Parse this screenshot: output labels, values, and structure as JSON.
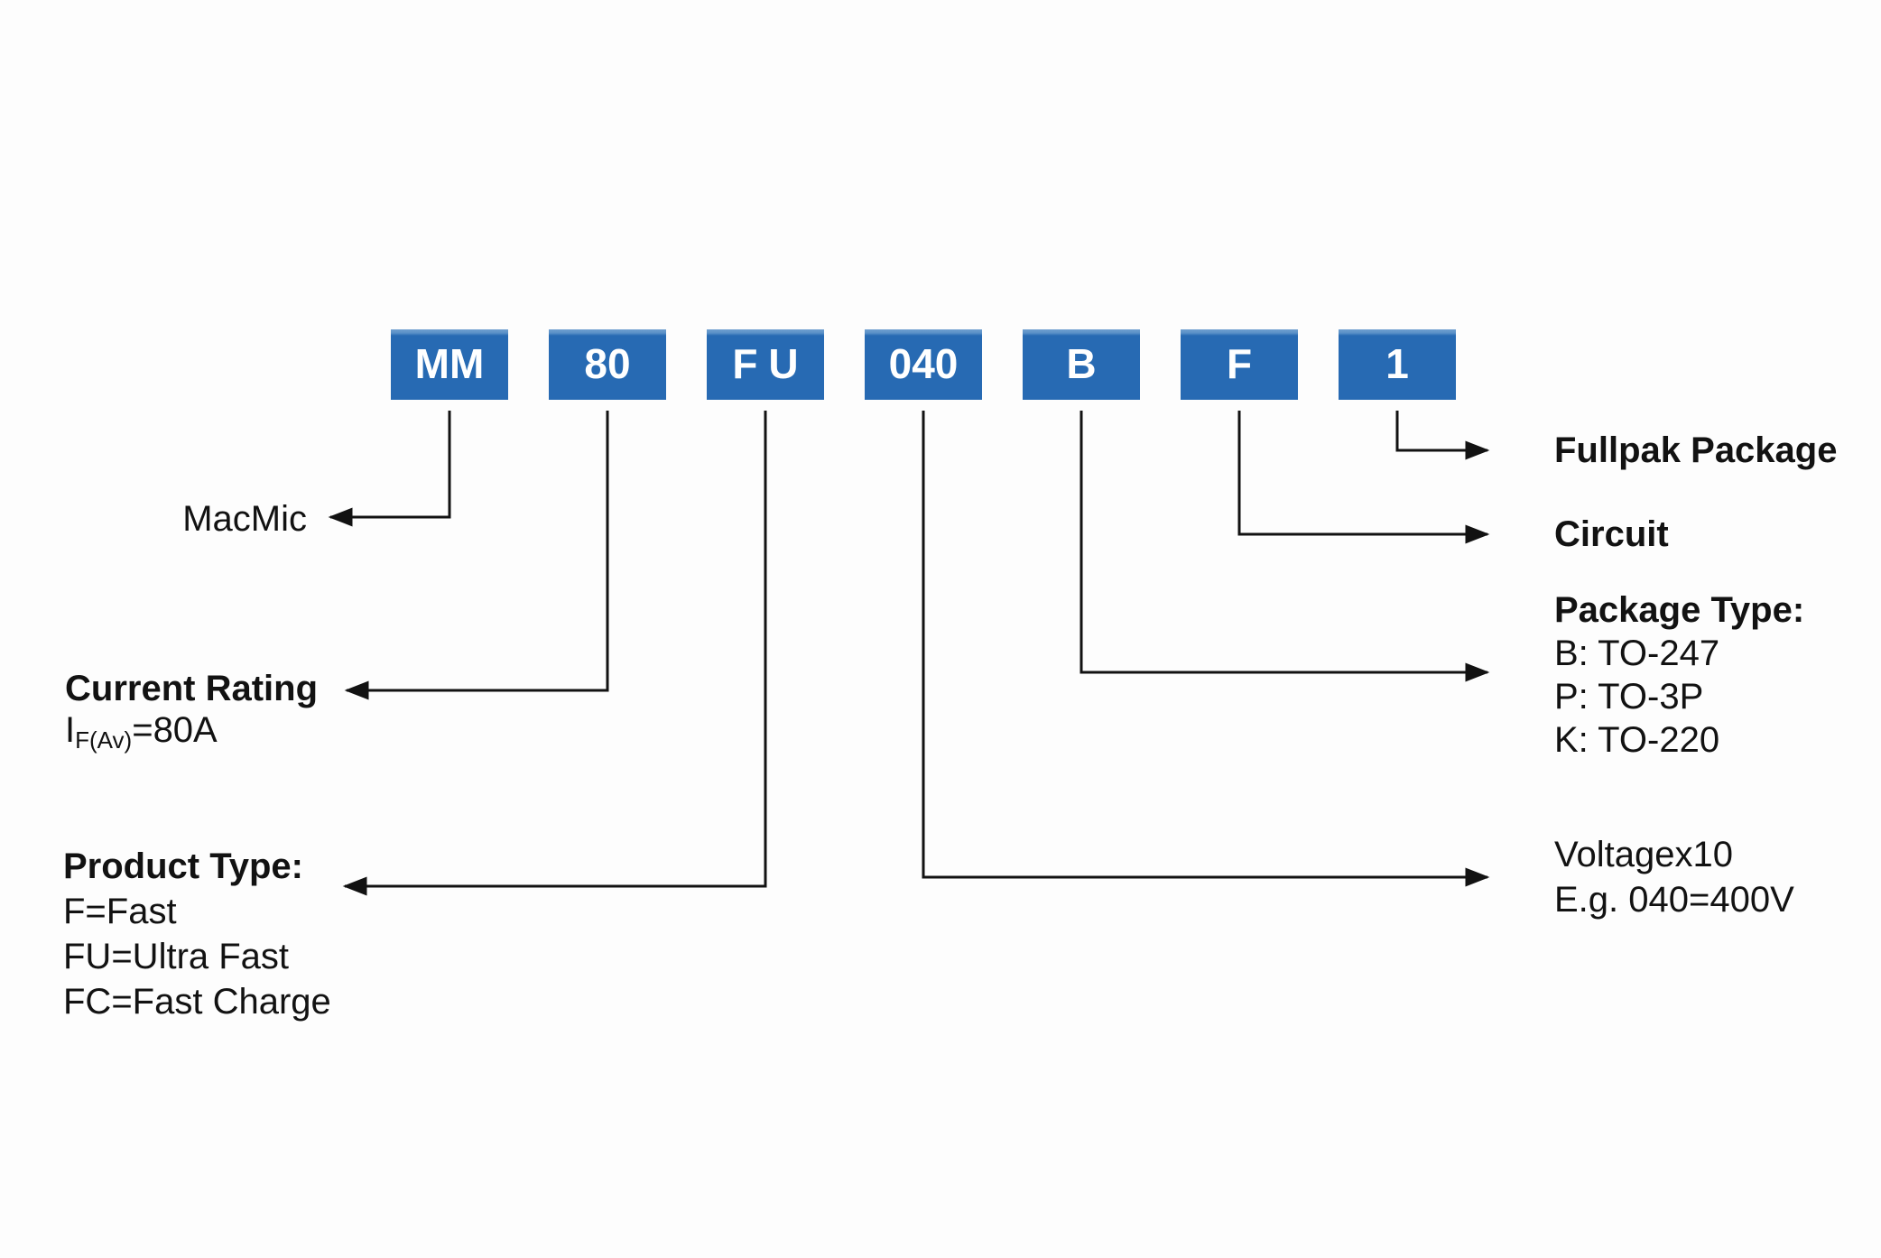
{
  "diagram": {
    "kind": "part-number-ordering-legend"
  },
  "colors": {
    "box_blue": "#276ab3",
    "box_highlight": "#6f9fd0",
    "line_black": "#121212",
    "background": "#fdfdfd",
    "box_text": "#ffffff"
  },
  "boxes": [
    {
      "code": "MM"
    },
    {
      "code": "80"
    },
    {
      "code": "FU"
    },
    {
      "code": "040"
    },
    {
      "code": "B"
    },
    {
      "code": "F"
    },
    {
      "code": "1"
    }
  ],
  "labels": {
    "macmic": "MacMic",
    "current_rating": {
      "title": "Current Rating",
      "detail_prefix": "I",
      "detail_sub": "F(Av)",
      "detail_suffix": "=80A"
    },
    "product_type": {
      "title": "Product Type:",
      "items": [
        "F=Fast",
        "FU=Ultra Fast",
        "FC=Fast Charge"
      ]
    },
    "fullpak": "Fullpak Package",
    "circuit": "Circuit",
    "package_type": {
      "title": "Package Type:",
      "items": [
        "B: TO-247",
        "P: TO-3P",
        "K: TO-220"
      ]
    },
    "voltage": {
      "line1": "Voltagex10",
      "line2": "E.g. 040=400V"
    }
  }
}
